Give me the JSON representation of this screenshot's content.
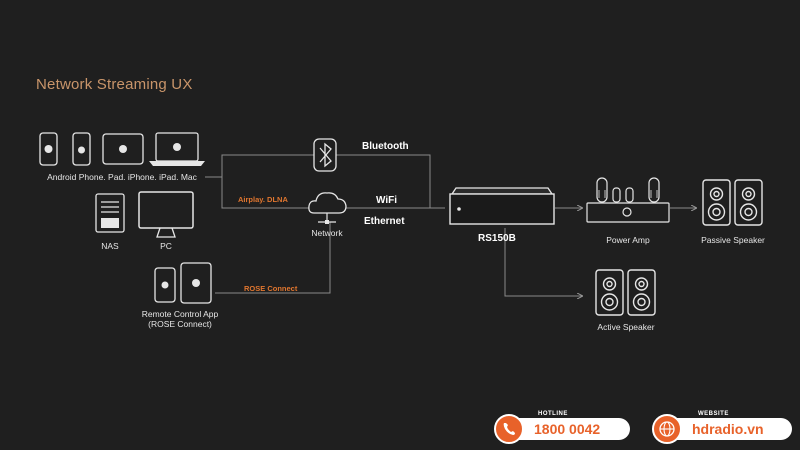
{
  "title": "Network Streaming UX",
  "devices": {
    "mobile_label": "Android Phone. Pad. iPhone. iPad. Mac",
    "nas_label": "NAS",
    "pc_label": "PC",
    "remote_label_line1": "Remote Control App",
    "remote_label_line2": "(ROSE Connect)"
  },
  "connections": {
    "bluetooth": "Bluetooth",
    "airplay": "Airplay. DLNA",
    "wifi": "WiFi",
    "ethernet": "Ethernet",
    "network": "Network",
    "rose_connect": "ROSE Connect"
  },
  "equipment": {
    "player": "RS150B",
    "power_amp": "Power Amp",
    "passive_speaker": "Passive Speaker",
    "active_speaker": "Active Speaker"
  },
  "footer": {
    "hotline_caption": "HOTLINE",
    "hotline_number": "1800 0042",
    "website_caption": "WEBSITE",
    "website_url": "hdradio.vn"
  },
  "colors": {
    "accent_title": "#c9956a",
    "accent_orange": "#e0762f",
    "badge_orange": "#e8622a",
    "background": "#1f1f1f"
  }
}
